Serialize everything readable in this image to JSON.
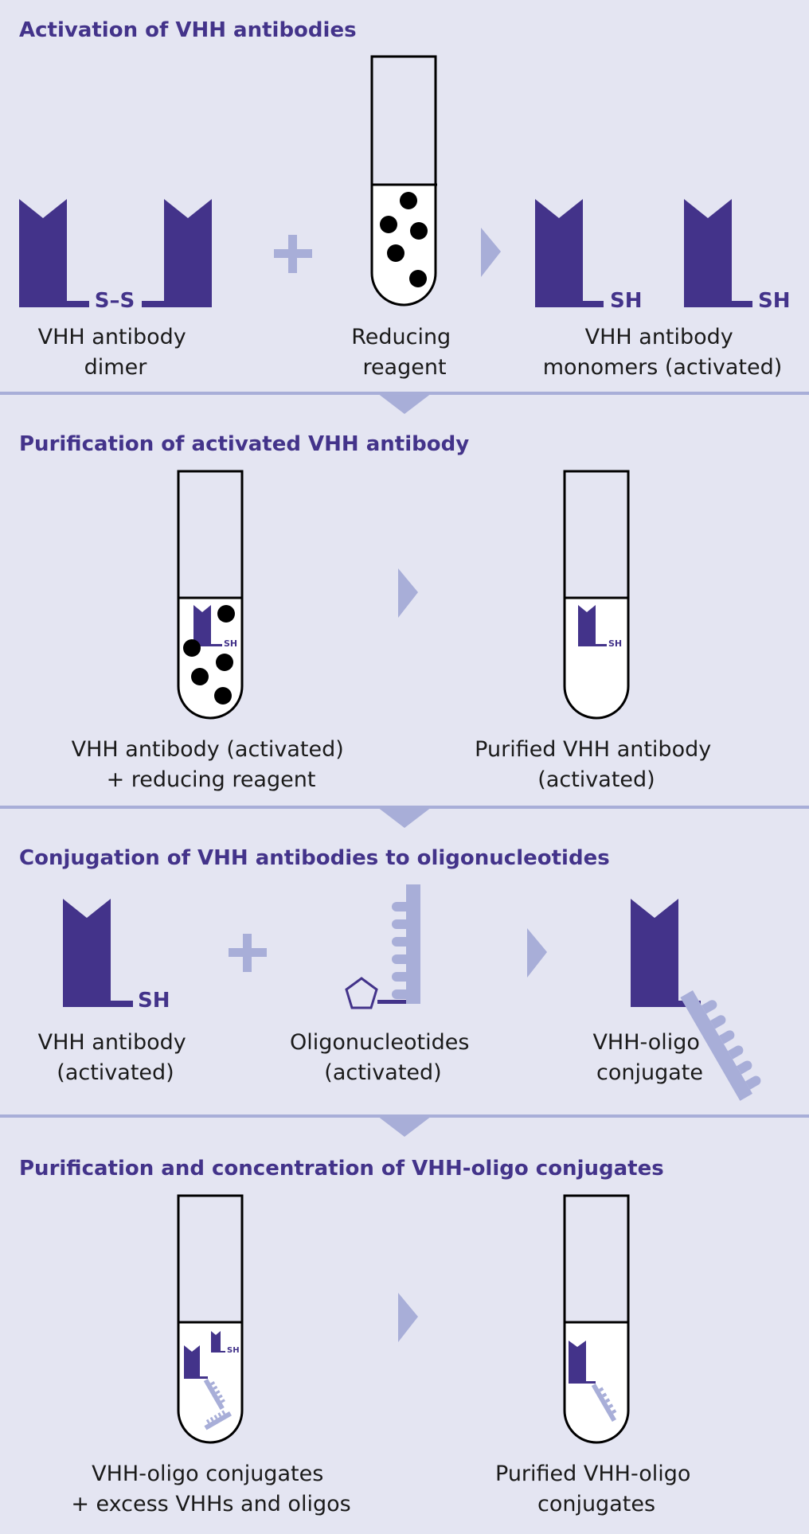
{
  "colors": {
    "background": "#e4e5f2",
    "antibody": "#43338a",
    "oligo": "#a8aed8",
    "divider": "#a8aed8",
    "heading": "#43338a"
  },
  "sections": [
    {
      "heading": "Activation of VHH antibodies",
      "labels": {
        "dimer": [
          "VHH antibody",
          "dimer"
        ],
        "reagent": [
          "Reducing",
          "reagent"
        ],
        "monomers": [
          "VHH antibody",
          "monomers (activated)"
        ]
      },
      "disulfide": "S–S",
      "thiol": "SH"
    },
    {
      "heading": "Purification of activated VHH antibody",
      "labels": {
        "before": [
          "VHH antibody (activated)",
          "+ reducing reagent"
        ],
        "after": [
          "Purified VHH antibody",
          "(activated)"
        ]
      },
      "thiol": "SH"
    },
    {
      "heading": "Conjugation of VHH antibodies to oligonucleotides",
      "labels": {
        "antibody": [
          "VHH antibody",
          "(activated)"
        ],
        "oligo": [
          "Oligonucleotides",
          "(activated)"
        ],
        "conjugate": [
          "VHH-oligo",
          "conjugate"
        ]
      },
      "thiol": "SH"
    },
    {
      "heading": "Purification and concentration of VHH-oligo conjugates",
      "labels": {
        "before": [
          "VHH-oligo conjugates",
          "+ excess VHHs and oligos"
        ],
        "after": [
          "Purified VHH-oligo",
          "conjugates"
        ]
      },
      "thiol": "SH"
    }
  ]
}
